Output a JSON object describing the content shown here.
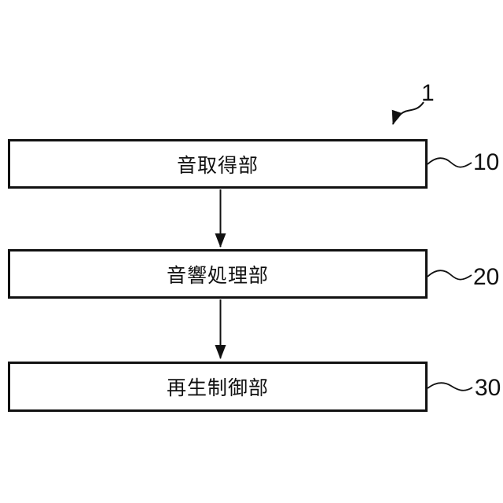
{
  "figure": {
    "type": "block-diagram",
    "system_ref": "1",
    "boxes": [
      {
        "label": "音取得部",
        "ref": "10"
      },
      {
        "label": "音響処理部",
        "ref": "20"
      },
      {
        "label": "再生制御部",
        "ref": "30"
      }
    ],
    "connections": [
      {
        "from": "音取得部",
        "to": "音響処理部",
        "style": "arrow-down"
      },
      {
        "from": "音響処理部",
        "to": "再生制御部",
        "style": "arrow-down"
      }
    ],
    "colors": {
      "line": "#111111",
      "background": "#ffffff"
    }
  }
}
